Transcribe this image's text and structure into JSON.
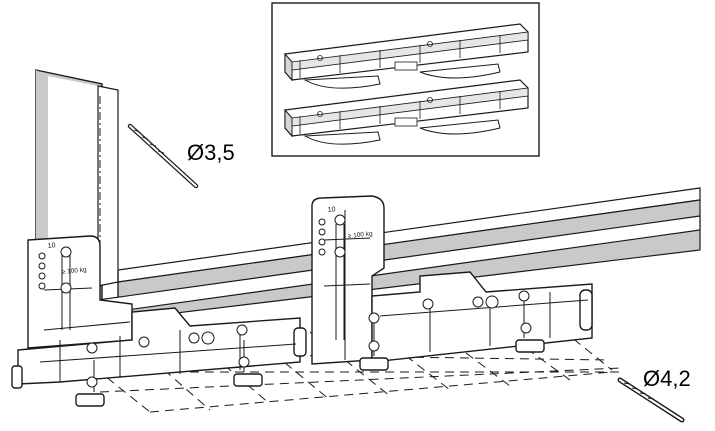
{
  "labels": {
    "drill_small": "Ø3,5",
    "drill_large": "Ø4,2"
  },
  "template_markings": {
    "number": "10",
    "load_rating": "≥ 100 kg"
  },
  "colors": {
    "cabinet_gray": "#c9c9c9",
    "line": "#1a1a1a",
    "background": "#ffffff"
  }
}
